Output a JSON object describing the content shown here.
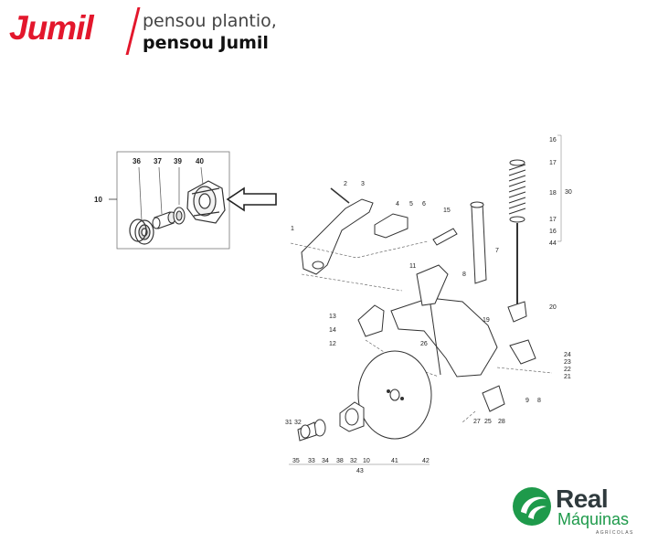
{
  "brand": {
    "name": "Jumil",
    "tagline_line1": "pensou plantio,",
    "tagline_line2": "pensou Jumil",
    "color": "#e3172c"
  },
  "dealer": {
    "name": "Real",
    "subtitle": "Máquinas",
    "small": "AGRÍCOLAS",
    "color_dark": "#2f3a3d",
    "color_green": "#1e9a4b"
  },
  "detail": {
    "assembly_label": "10",
    "parts": [
      "36",
      "37",
      "39",
      "40"
    ]
  },
  "callouts": {
    "c1": "1",
    "c2": "2",
    "c3": "3",
    "c4": "4",
    "c5": "5",
    "c6": "6",
    "c7": "7",
    "c8a": "8",
    "c8b": "8",
    "c9": "9",
    "c10": "10",
    "c11": "11",
    "c12": "12",
    "c13": "13",
    "c14": "14",
    "c15": "15",
    "c16a": "16",
    "c16b": "16",
    "c17a": "17",
    "c17b": "17",
    "c18": "18",
    "c19": "19",
    "c20": "20",
    "c21": "21",
    "c22": "22",
    "c23": "23",
    "c24": "24",
    "c25": "25",
    "c26": "26",
    "c27": "27",
    "c28": "28",
    "c30": "30",
    "c31": "31",
    "c32a": "32",
    "c32b": "32",
    "c33": "33",
    "c34": "34",
    "c35": "35",
    "c38": "38",
    "c41": "41",
    "c42": "42",
    "c43": "43",
    "c44": "44"
  }
}
